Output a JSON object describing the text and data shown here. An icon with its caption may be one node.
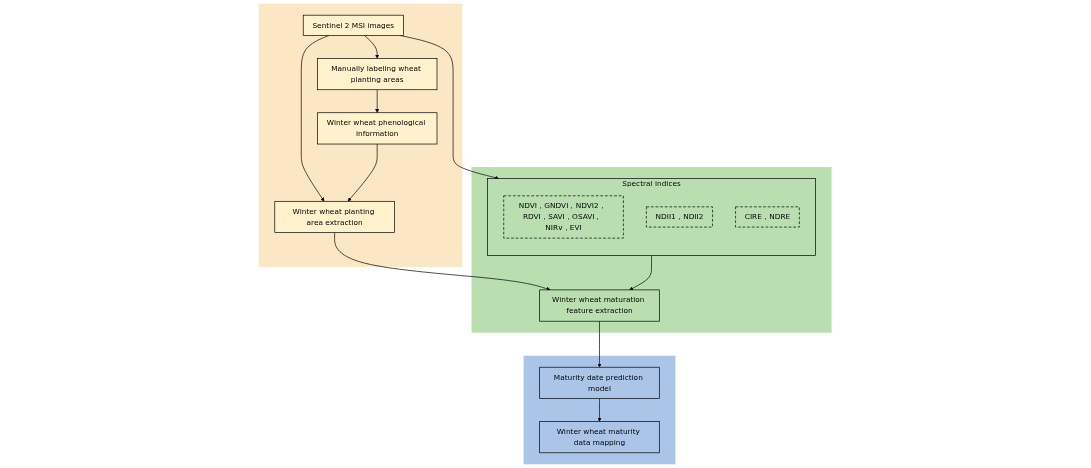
{
  "diagram": {
    "nodes": [
      {
        "text": [],
        "shape": "box"
      },
      {
        "text": [
          "Sentinel 2 MSI images"
        ],
        "in": 0
      },
      {
        "text": [
          "Manually labeling wheat planting areas"
        ],
        "in": 0
      },
      {
        "text": [
          "Winter wheat planting area extraction"
        ],
        "in": 0
      },
      {
        "text": [
          "Winter wheat phenological information"
        ],
        "in": 0
      },
      {
        "text": [],
        "shape": "box"
      },
      {
        "text": [
          "Spectral indices"
        ],
        "in": 5
      },
      {
        "text": [
          "NDVI，GNDVI，NDVI2， RDVI，SAVI，OSAVI， NIRv，EVI"
        ],
        "in": 6
      },
      {
        "text": [
          "NDII1，NDII2"
        ],
        "in": 6
      },
      {
        "text": [
          "CIRE，NDRE"
        ],
        "in": 6
      },
      {
        "text": [
          "Winter wheat maturation feature extraction"
        ],
        "in": 5
      },
      {
        "text": [],
        "shape": "box"
      },
      {
        "text": [
          "Maturity date prediction model"
        ],
        "in": 11
      },
      {
        "text": [
          "Winter wheat maturity data mapping"
        ],
        "in": 11
      }
    ],
    "edges": [
      {
        "from": 1,
        "to": 2,
        "arrow": "to"
      },
      {
        "from": 1,
        "to": 3,
        "arrow": "to"
      },
      {
        "from": 2,
        "to": 4,
        "arrow": "to"
      },
      {
        "from": 4,
        "to": 3,
        "arrow": "to"
      },
      {
        "from": 1,
        "to": 6,
        "arrow": "to"
      },
      {
        "from": 3,
        "to": 10,
        "arrow": "to"
      },
      {
        "from": 6,
        "to": 10,
        "arrow": "to"
      },
      {
        "from": 10,
        "to": 12,
        "arrow": "to"
      },
      {
        "from": 12,
        "to": 13,
        "arrow": "to"
      }
    ]
  }
}
